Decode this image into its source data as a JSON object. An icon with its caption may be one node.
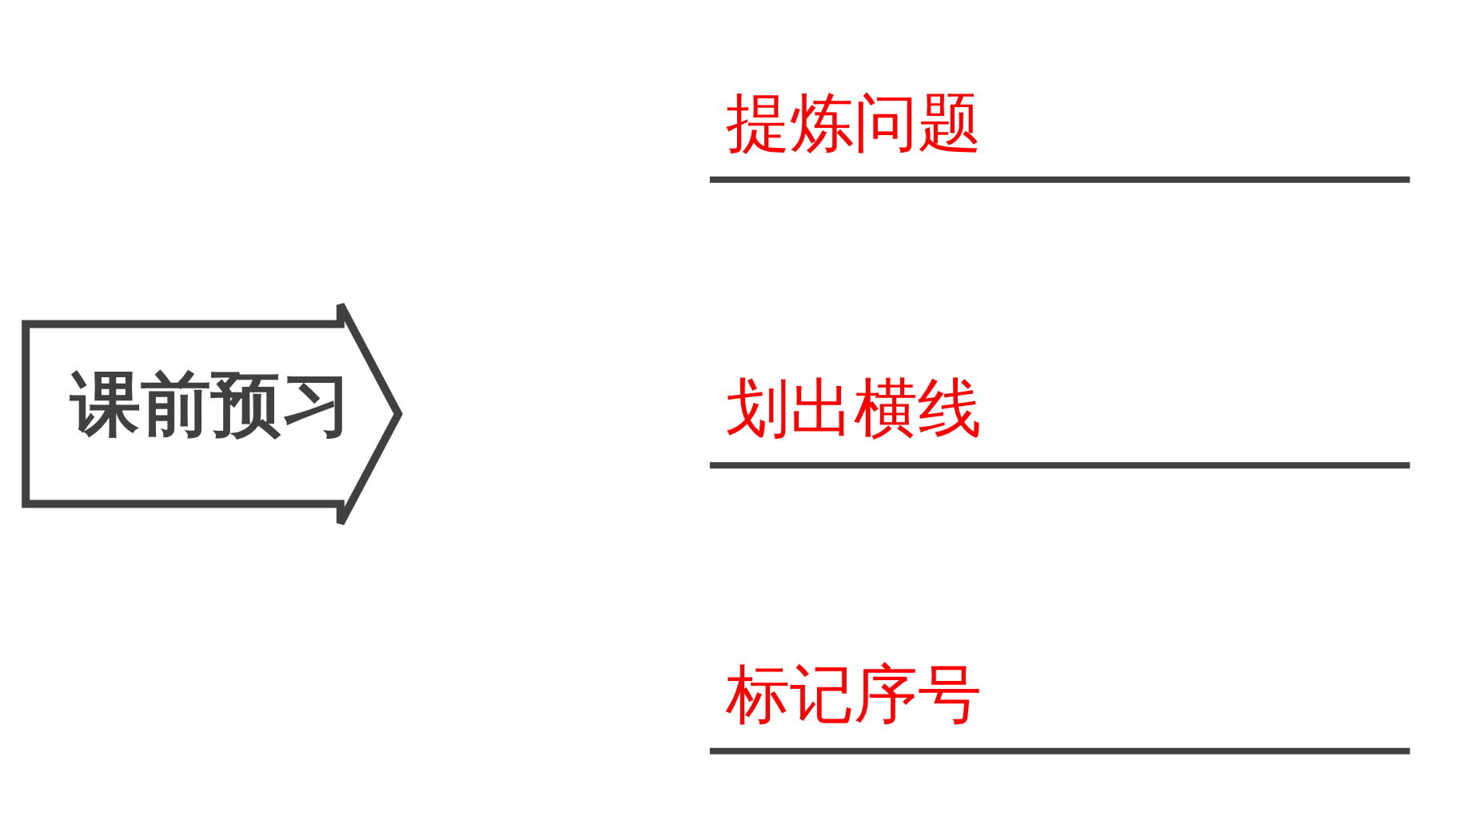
{
  "diagram": {
    "nodes": [
      {
        "text": [
          "课前预习"
        ]
      },
      {
        "text": [
          "提炼问题"
        ]
      },
      {
        "text": [
          "划出横线"
        ]
      },
      {
        "text": [
          "标记序号"
        ]
      }
    ]
  }
}
